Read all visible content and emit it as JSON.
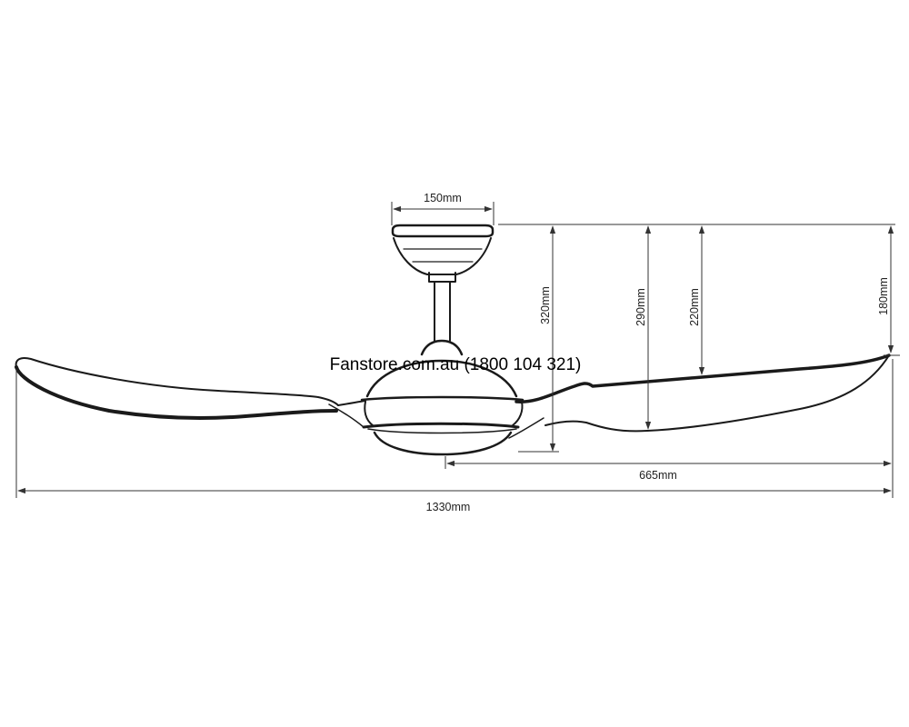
{
  "diagram": {
    "colors": {
      "outline": "#1a1a1a",
      "dimension": "#333333",
      "background": "#ffffff"
    },
    "dimensions": {
      "canopy_width": "150mm",
      "drop_canopy_to_bottom": "320mm",
      "drop_canopy_to_blade_mid": "290mm",
      "drop_canopy_to_blade_top": "220mm",
      "drop_canopy_to_blade_tip": "180mm",
      "radius_blade": "665mm",
      "overall_span": "1330mm"
    },
    "watermark": "Fanstore.com.au (1800 104 321)"
  }
}
